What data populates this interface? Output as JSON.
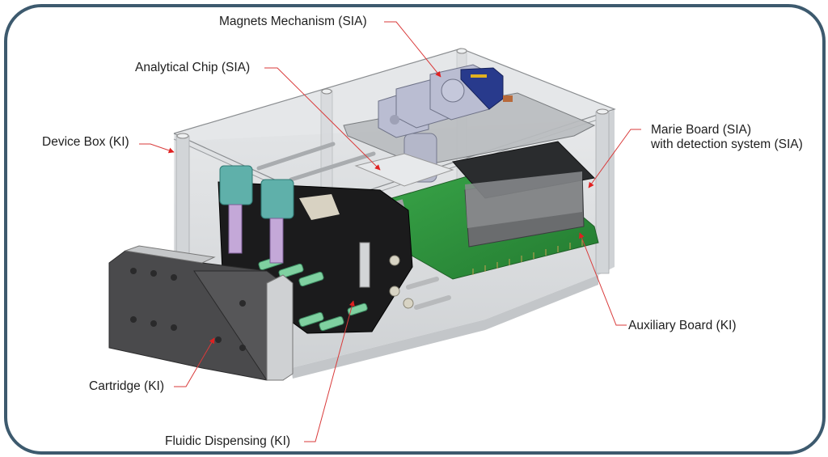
{
  "diagram": {
    "subject": "Device assembly CAD render",
    "leader_color": "#d93a3a",
    "frame_color": "#3d5a6e",
    "labels": [
      {
        "id": "magnets",
        "line1": "Magnets Mechanism (SIA)",
        "line2": ""
      },
      {
        "id": "chip",
        "line1": "Analytical Chip (SIA)",
        "line2": ""
      },
      {
        "id": "box",
        "line1": "Device Box (KI)",
        "line2": ""
      },
      {
        "id": "marie",
        "line1": "Marie Board (SIA)",
        "line2": "with detection system (SIA)"
      },
      {
        "id": "aux",
        "line1": "Auxiliary Board (KI)",
        "line2": ""
      },
      {
        "id": "cartridge",
        "line1": "Cartridge (KI)",
        "line2": ""
      },
      {
        "id": "fluidic",
        "line1": "Fluidic Dispensing (KI)",
        "line2": ""
      }
    ],
    "parts": {
      "box_color": "#d6d8da",
      "pcb_green": "#2f9a3c",
      "cartridge_gray": "#4a4a4c",
      "valve_teal": "#5fb0aa",
      "connector_green": "#7fd0a0",
      "magnet_lavender": "#b9bcd0",
      "motor_blue": "#283a8c",
      "block_black": "#1a1a1a"
    }
  }
}
